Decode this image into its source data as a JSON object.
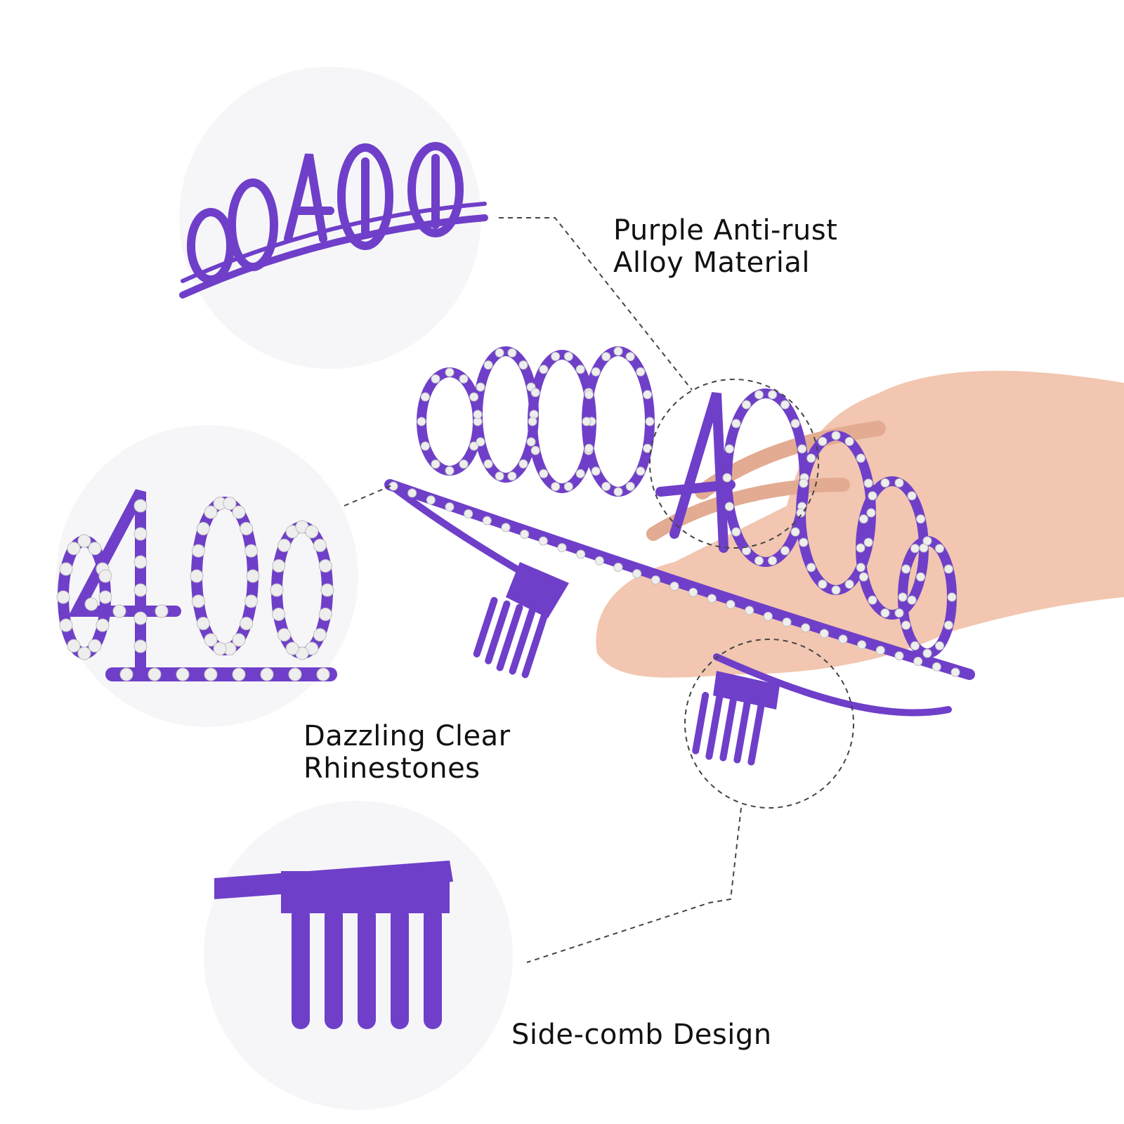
{
  "colors": {
    "purple": "#6f3fc9",
    "purple_dark": "#4f2aa0",
    "rhinestone": "#eeeeee",
    "skin": "#f2c6b0",
    "circle_bg": "#f6f6f8",
    "text": "#111111",
    "dash": "#444444"
  },
  "callouts": [
    {
      "id": "alloy",
      "icon": "tiara-closeup-purple-alloy",
      "lines": [
        "Purple Anti-rust",
        "Alloy Material"
      ]
    },
    {
      "id": "rhinestones",
      "icon": "tiara-closeup-rhinestone-40",
      "lines": [
        "Dazzling Clear",
        "Rhinestones"
      ]
    },
    {
      "id": "comb",
      "icon": "side-comb-closeup",
      "lines": [
        "Side-comb Design"
      ]
    }
  ],
  "product": {
    "icon": "purple-40th-birthday-tiara-on-hand"
  }
}
